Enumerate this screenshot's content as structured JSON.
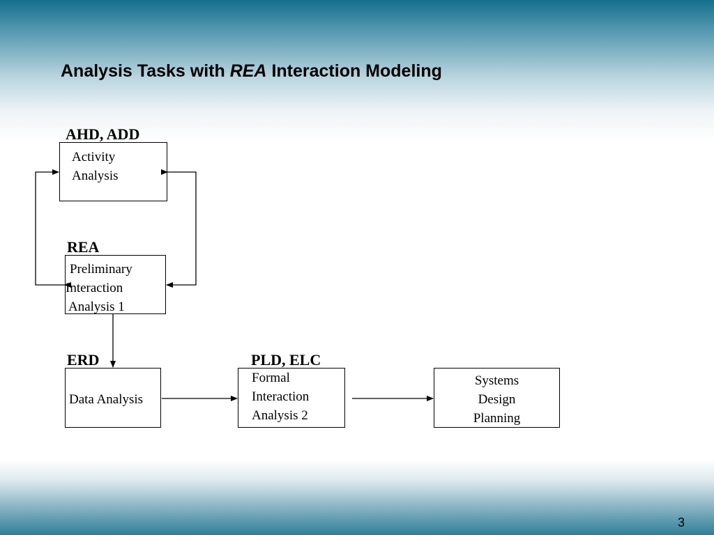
{
  "slide": {
    "title_pre": "Analysis Tasks with ",
    "title_em": "REA",
    "title_post": " Interaction Modeling",
    "page_number": "3"
  },
  "labels": {
    "activity": "AHD, ADD",
    "preliminary": "REA",
    "data": "ERD",
    "formal": "PLD, ELC"
  },
  "boxes": {
    "activity": [
      "Activity",
      "Analysis"
    ],
    "preliminary": [
      "Preliminary",
      "Interaction",
      "Analysis 1"
    ],
    "data": [
      "Data Analysis"
    ],
    "formal": [
      "Formal",
      "Interaction",
      "Analysis 2"
    ],
    "systems": [
      "Systems",
      "Design",
      "Planning"
    ]
  }
}
